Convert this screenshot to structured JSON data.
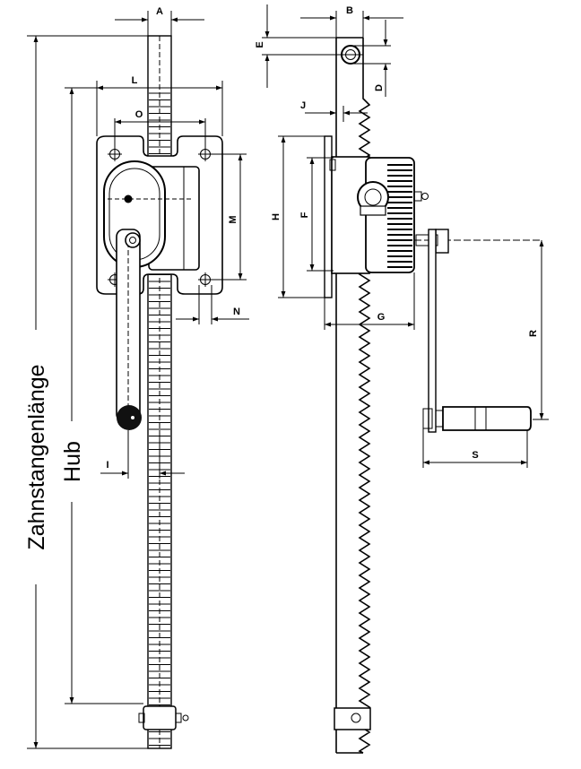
{
  "labels": {
    "A": "A",
    "B": "B",
    "D": "D",
    "E": "E",
    "F": "F",
    "G": "G",
    "H": "H",
    "I": "I",
    "J": "J",
    "L": "L",
    "M": "M",
    "N": "N",
    "O": "O",
    "R": "R",
    "S": "S"
  },
  "rack_length_label": "Zahnstangenlänge",
  "stroke_label": "Hub",
  "colors": {
    "line": "#000000",
    "fill": "#ffffff",
    "dark": "#111111"
  }
}
